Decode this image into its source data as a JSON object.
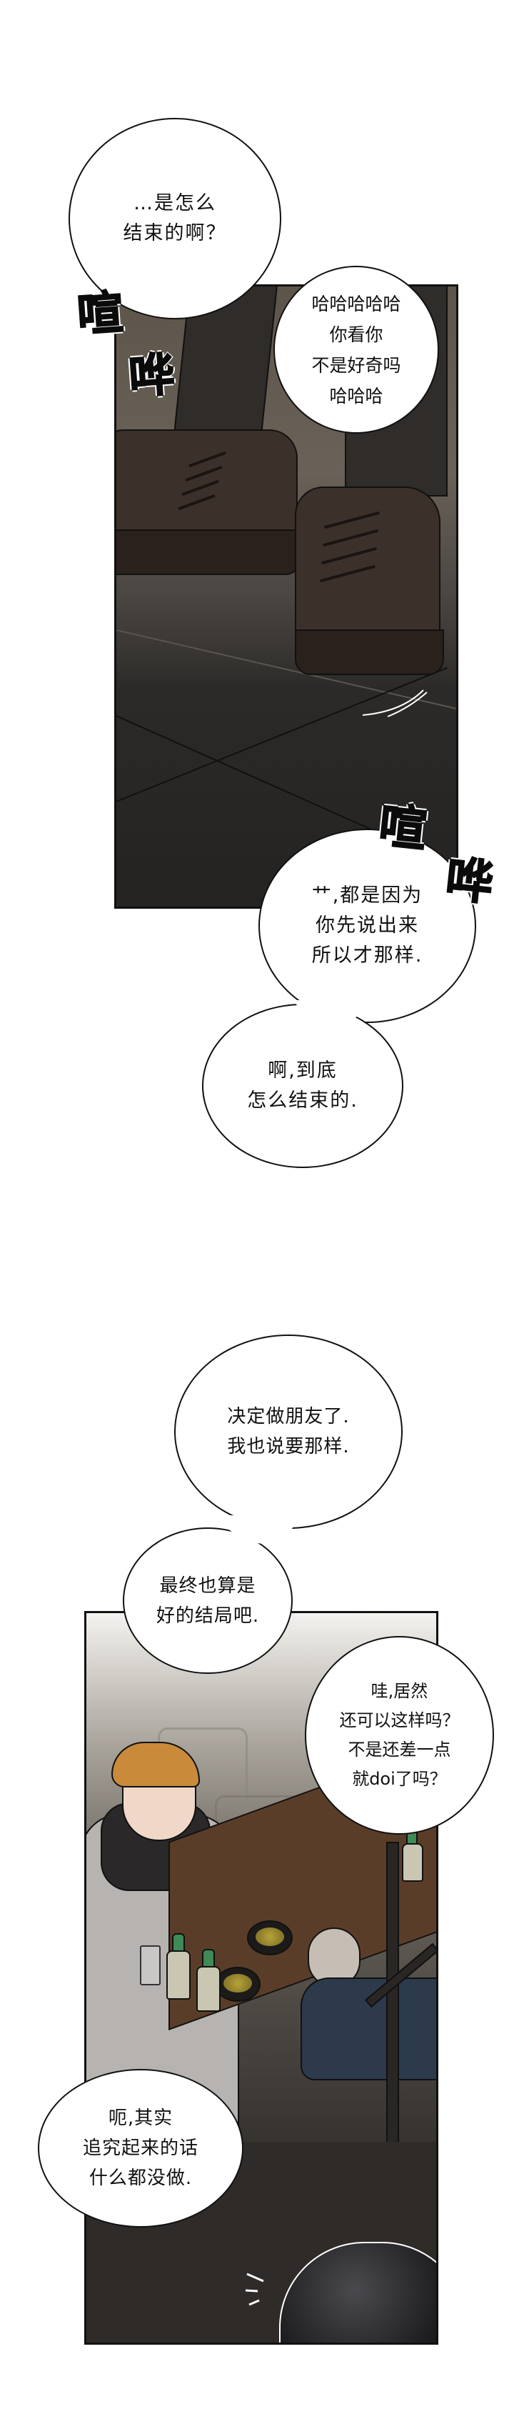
{
  "comic": {
    "panel_1": {
      "scene": "close-up of two pairs of boots on a dark tiled floor",
      "bubbles": [
        {
          "id": "b1",
          "text": "…是怎么\n结束的啊？"
        },
        {
          "id": "b2",
          "text": "哈哈哈哈哈\n你看你\n不是好奇吗\n哈哈哈"
        },
        {
          "id": "b3",
          "text": "艹,都是因为\n你先说出来\n所以才那样."
        },
        {
          "id": "b4",
          "text": "啊,到底\n怎么结束的."
        }
      ],
      "sfx": [
        {
          "id": "s1",
          "char_1": "喧",
          "char_2": "哗"
        },
        {
          "id": "s2",
          "char_1": "喧",
          "char_2": "哗"
        }
      ]
    },
    "panel_2": {
      "scene": "two friends drinking soju at a pub table",
      "bubbles": [
        {
          "id": "b5",
          "text": "决定做朋友了.\n我也说要那样."
        },
        {
          "id": "b6",
          "text": "最终也算是\n好的结局吧."
        },
        {
          "id": "b7",
          "text": "哇,居然\n还可以这样吗？\n不是还差一点\n就doi了吗？"
        },
        {
          "id": "b8",
          "text": "呃,其实\n追究起来的话\n什么都没做."
        }
      ]
    },
    "colors": {
      "ink": "#111111",
      "page_bg": "#ffffff",
      "floor_dark": "#252321",
      "boot_brown": "#3c302b",
      "table_wood": "#5a3d29",
      "soju_green": "#3f8a55",
      "hair_orange": "#c98a3a"
    }
  }
}
